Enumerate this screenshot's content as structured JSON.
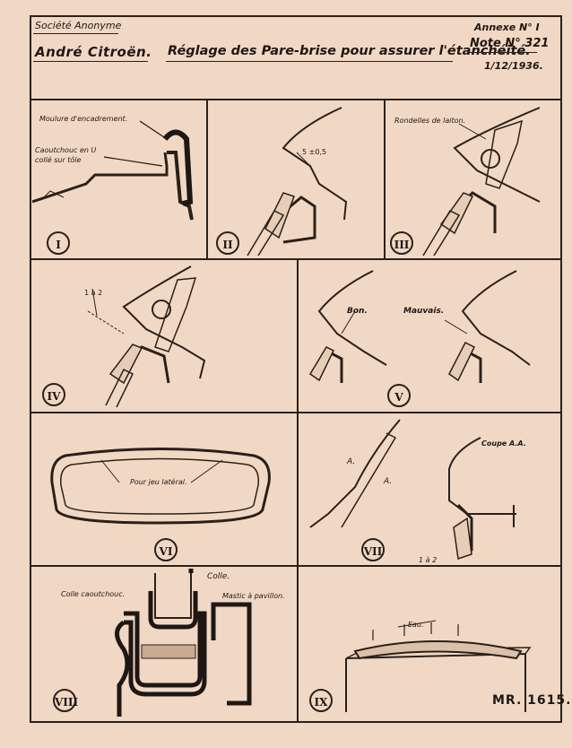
{
  "header": {
    "company_line1": "Société Anonyme",
    "company_line2": "André Citroën.",
    "title": "Réglage des Pare-brise pour assurer l'étanchéité.",
    "annex": "Annexe N° I",
    "note": "Note N° 321",
    "date": "1/12/1936."
  },
  "panels": [
    {
      "numeral": "I",
      "labels": [
        "Moulure d'encadrement.",
        "Caoutchouc en U",
        "collé sur tôle"
      ]
    },
    {
      "numeral": "II",
      "labels": [
        "5 ±0,5"
      ]
    },
    {
      "numeral": "III",
      "labels": [
        "Rondelles de laiton."
      ]
    },
    {
      "numeral": "IV",
      "labels": [
        "1 à 2"
      ]
    },
    {
      "numeral": "V",
      "labels": [
        "Bon.",
        "Mauvais."
      ]
    },
    {
      "numeral": "VI",
      "labels": [
        "Pour jeu latéral."
      ]
    },
    {
      "numeral": "VII",
      "labels": [
        "A.",
        "A.",
        "Coupe A.A.",
        "1 à 2"
      ]
    },
    {
      "numeral": "VIII",
      "labels": [
        "Colle caoutchouc.",
        "Colle.",
        "Mastic à pavillon."
      ]
    },
    {
      "numeral": "IX",
      "labels": [
        "Eau."
      ]
    }
  ],
  "footer": {
    "reference": "MR. 1615."
  }
}
